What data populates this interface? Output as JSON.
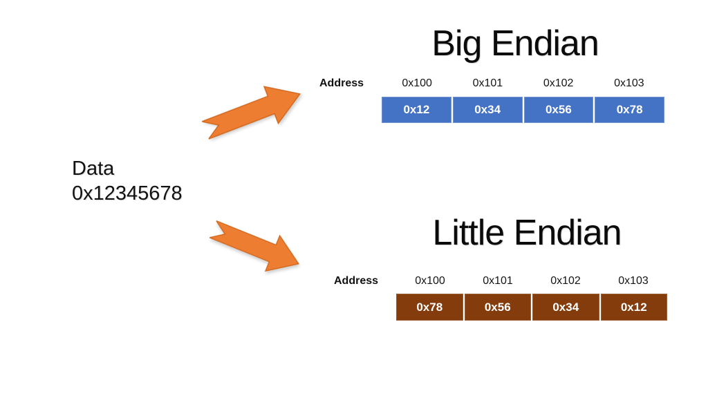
{
  "data_label": {
    "line1": "Data",
    "line2": "0x12345678"
  },
  "big_endian": {
    "title": "Big Endian",
    "address_label": "Address",
    "addresses": [
      "0x100",
      "0x101",
      "0x102",
      "0x103"
    ],
    "bytes": [
      "0x12",
      "0x34",
      "0x56",
      "0x78"
    ],
    "cell_color": "#4472C4",
    "text_color": "#ffffff"
  },
  "little_endian": {
    "title": "Little Endian",
    "address_label": "Address",
    "addresses": [
      "0x100",
      "0x101",
      "0x102",
      "0x103"
    ],
    "bytes": [
      "0x78",
      "0x56",
      "0x34",
      "0x12"
    ],
    "cell_color": "#843C0C",
    "text_color": "#ffffff"
  },
  "arrows": {
    "fill": "#ED7D31",
    "stroke": "#D2691E"
  }
}
